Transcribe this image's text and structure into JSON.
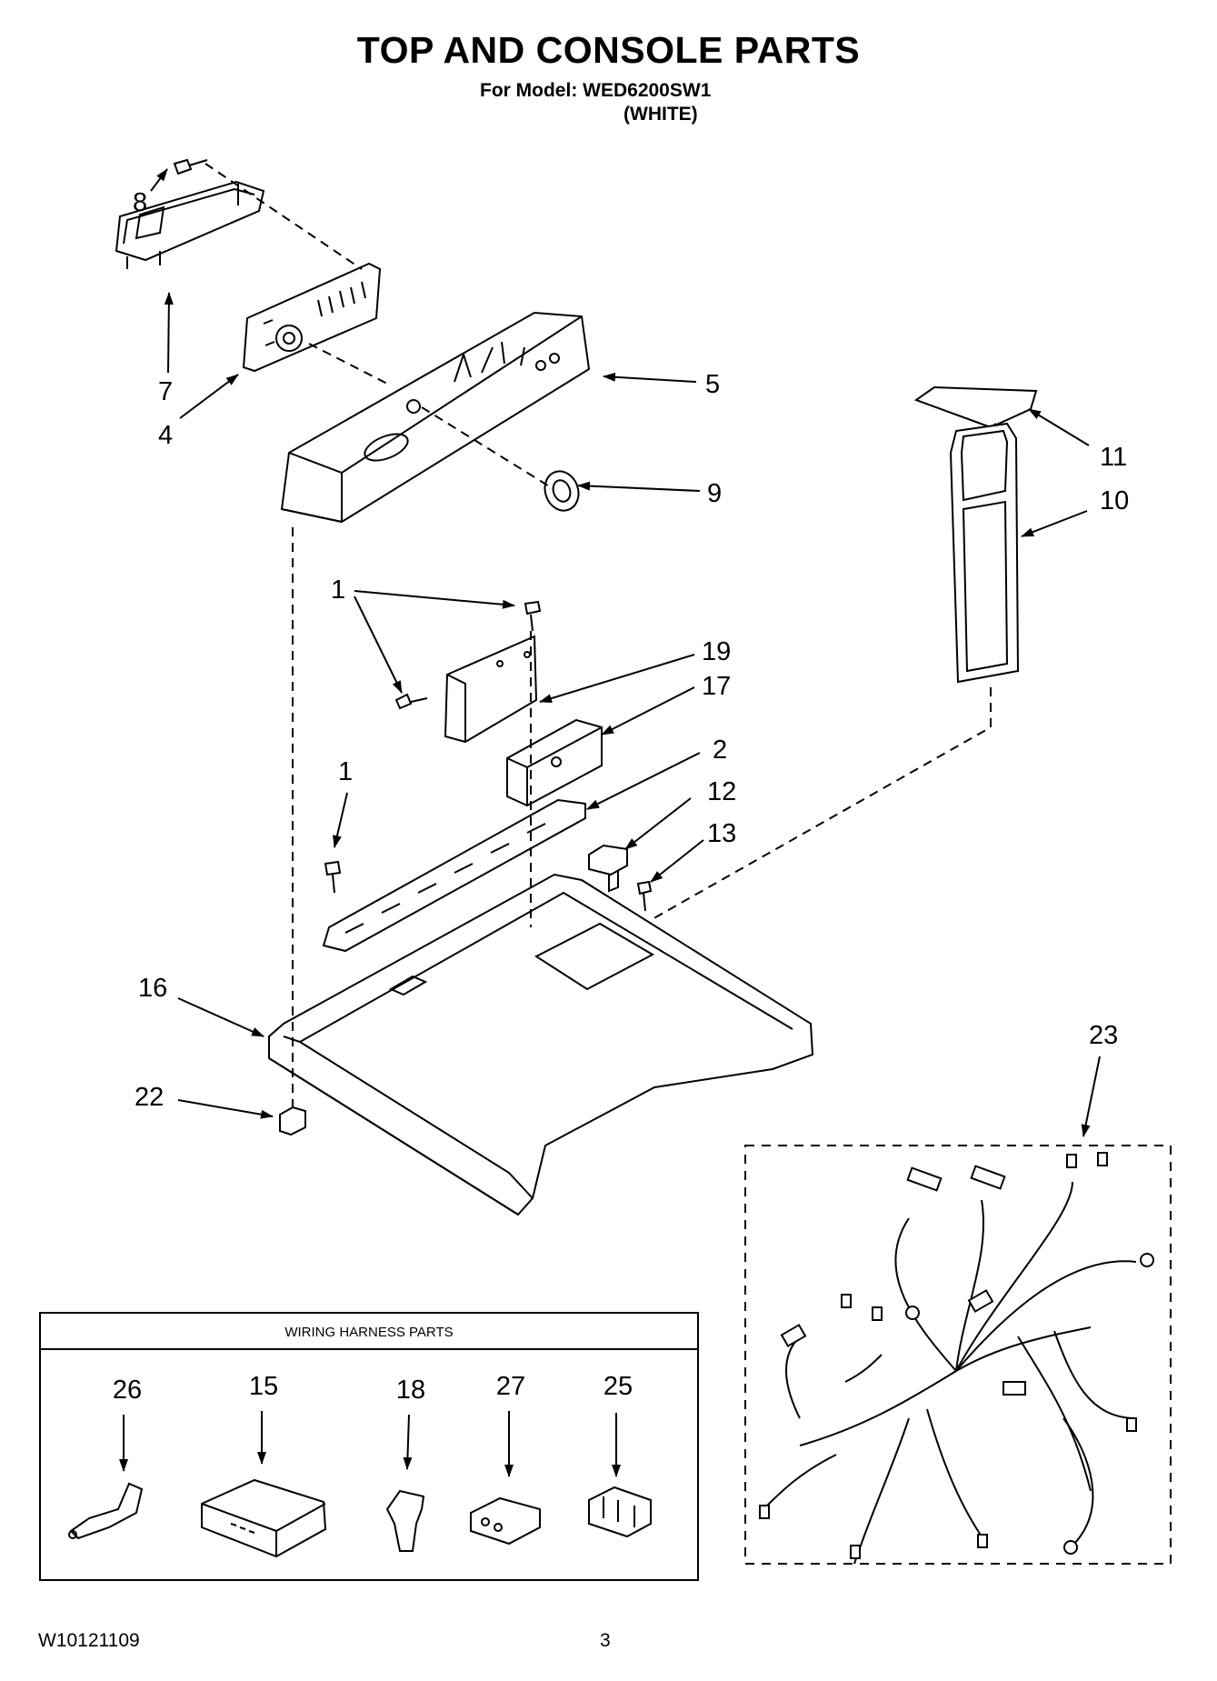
{
  "header": {
    "title": "TOP AND CONSOLE PARTS",
    "model_line": "For Model: WED6200SW1",
    "color_line": "(WHITE)"
  },
  "callouts": [
    "1",
    "1",
    "1",
    "2",
    "4",
    "5",
    "7",
    "8",
    "9",
    "10",
    "11",
    "12",
    "13",
    "16",
    "17",
    "19",
    "22",
    "23"
  ],
  "wiring_harness": {
    "title": "WIRING HARNESS PARTS",
    "parts": [
      "26",
      "15",
      "18",
      "27",
      "25"
    ]
  },
  "footer": {
    "doc_number": "W10121109",
    "page_number": "3"
  }
}
